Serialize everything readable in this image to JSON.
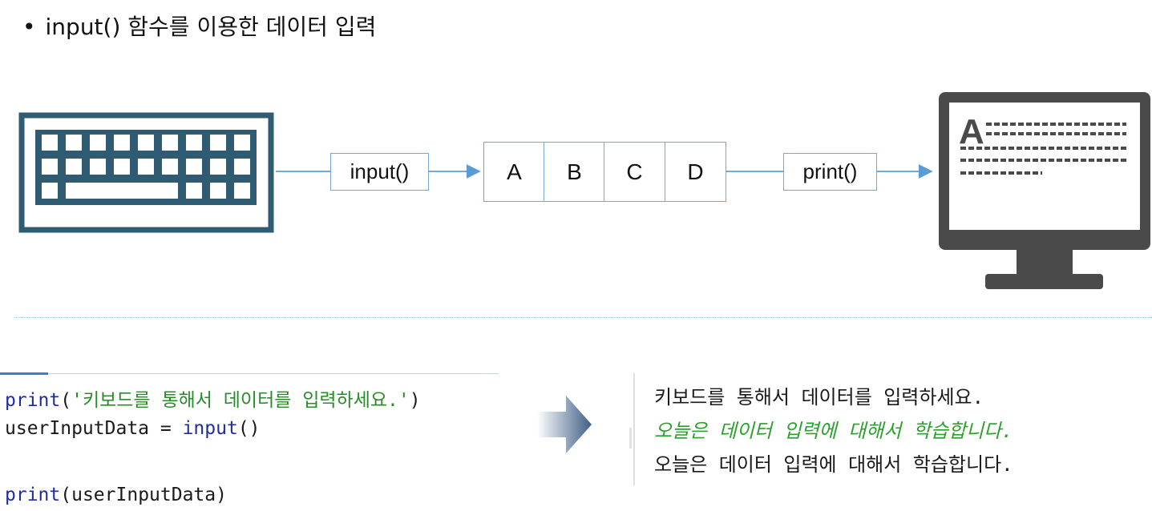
{
  "heading": {
    "bullet": "•",
    "text": "input() 함수를 이용한 데이터 입력"
  },
  "diagram": {
    "input_fn": "input()",
    "buffer_cells": [
      "A",
      "B",
      "C",
      "D"
    ],
    "output_fn": "print()",
    "monitor_letter": "A",
    "keyboard_icon": "keyboard-icon",
    "monitor_icon": "monitor-icon",
    "colors": {
      "keyboard": "#2f5b73",
      "monitor": "#4a4a4a",
      "arrow": "#5b9bd5",
      "box_border": "#7aa6d1"
    }
  },
  "code": {
    "line1_fn": "print",
    "line1_string": "'키보드를 통해서 데이터를 입력하세요.'",
    "line2_var": "userInputData = ",
    "line2_fn": "input",
    "line3_fn": "print",
    "line3_arg": "userInputData"
  },
  "output": {
    "prompt": "키보드를 통해서 데이터를 입력하세요.",
    "typed_input": "오늘은 데이터 입력에 대해서 학습합니다.",
    "printed": "오늘은 데이터 입력에 대해서 학습합니다."
  }
}
